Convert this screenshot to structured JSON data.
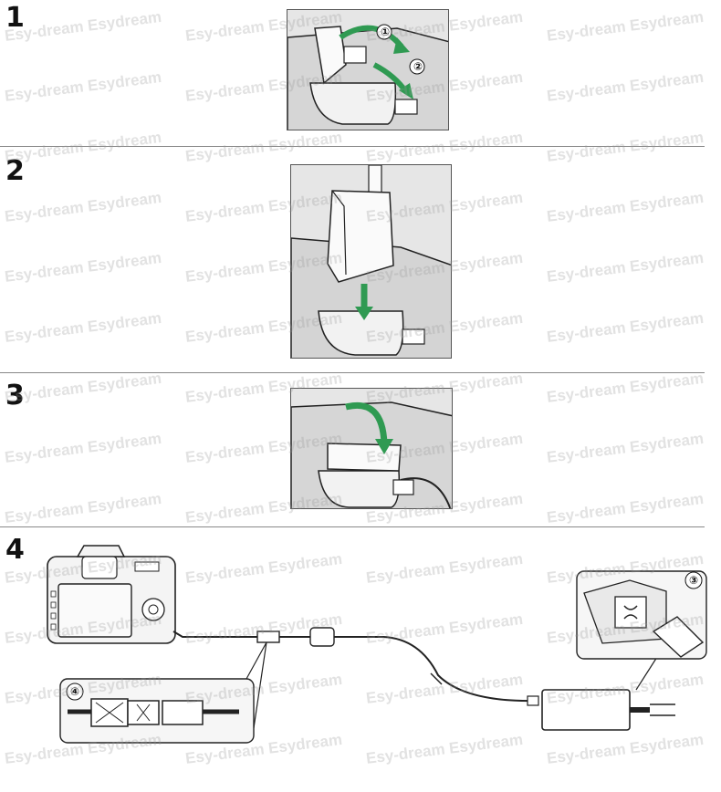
{
  "steps": [
    {
      "number": "1"
    },
    {
      "number": "2"
    },
    {
      "number": "3"
    },
    {
      "number": "4"
    }
  ],
  "callouts": {
    "open_door": "①",
    "open_cover": "②",
    "ac_connect": "③",
    "dc_connect": "④"
  },
  "watermark": {
    "text_a": "Esy-dream Esydream",
    "text_b": "Esy-dream Esydream",
    "text_c": "Esy-dream Esydream"
  },
  "colors": {
    "arrow": "#2f9a52",
    "line": "#222222",
    "panel_bg": "#e6e6e6"
  }
}
